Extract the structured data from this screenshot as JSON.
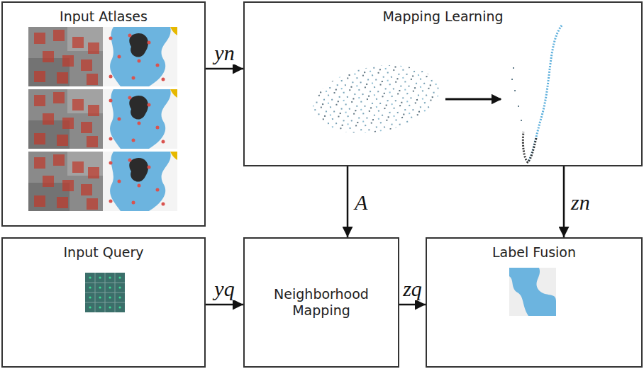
{
  "diagram": {
    "nodes": [
      {
        "text": [
          "Input Atlases"
        ]
      },
      {
        "text": [
          "Mapping Learning"
        ]
      },
      {
        "text": [
          "Input Query"
        ]
      },
      {
        "text": [
          "Neighborhood Mapping"
        ]
      },
      {
        "text": [
          "Label Fusion"
        ]
      }
    ],
    "edges": [
      {
        "from": 0,
        "to": 1,
        "label": "yn",
        "arrow": "to"
      },
      {
        "from": 1,
        "to": 3,
        "label": "A",
        "arrow": "to"
      },
      {
        "from": 1,
        "to": 4,
        "label": "zn",
        "arrow": "to"
      },
      {
        "from": 2,
        "to": 3,
        "label": "yq",
        "arrow": "to"
      },
      {
        "from": 3,
        "to": 4,
        "label": "zq",
        "arrow": "to"
      }
    ]
  }
}
